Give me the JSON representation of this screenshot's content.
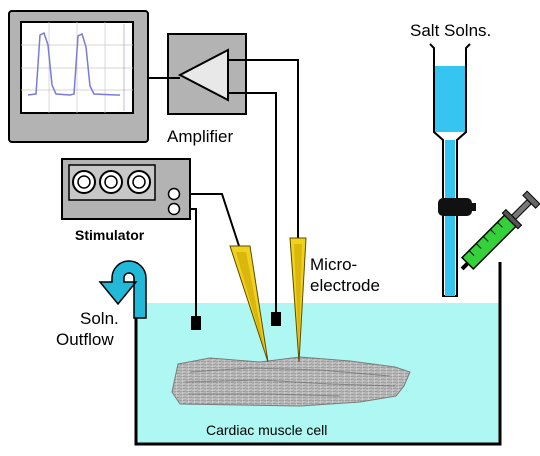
{
  "labels": {
    "amplifier": "Amplifier",
    "stimulator": "Stimulator",
    "salt_solutions": "Salt Solns.",
    "microelectrode_line1": "Micro-",
    "microelectrode_line2": "electrode",
    "outflow_line1": "Soln.",
    "outflow_line2": "Outflow",
    "cell": "Cardiac muscle cell"
  },
  "colors": {
    "bath_fluid": "#aef7f3",
    "burette_fluid": "#36c5f0",
    "device_gray": "#b3b3b3",
    "outflow_arrow": "#22b8d8",
    "electrode_yellow": "#f0d21a",
    "syringe_green": "#35d13a",
    "trace": "#7a7ad8"
  },
  "icons": {
    "oscilloscope": "oscilloscope-icon",
    "amplifier_symbol": "amplifier-triangle-icon",
    "knobs": "knob-icon",
    "valve": "stopcock-icon",
    "syringe": "syringe-icon",
    "outflow": "u-turn-arrow-icon"
  }
}
